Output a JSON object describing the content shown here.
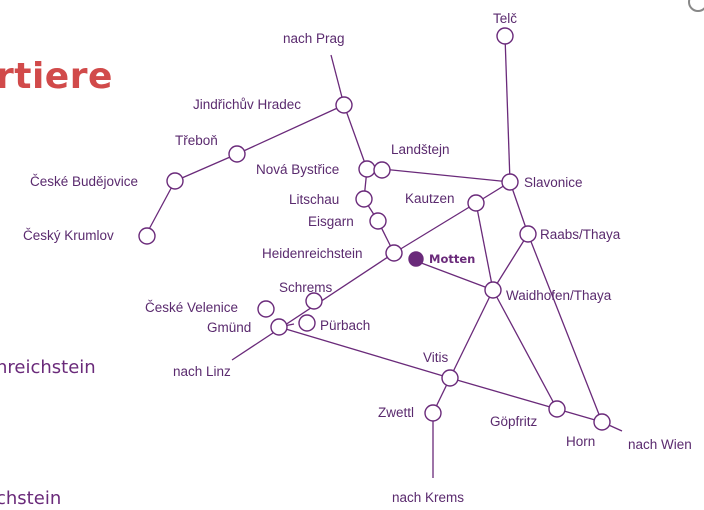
{
  "heading_fragment": "rtiere",
  "side_text_1": "nreichstein",
  "side_text_2": "chstein",
  "colors": {
    "line": "#6a2a7a",
    "label": "#5a2a6e",
    "heading": "#d14a4a",
    "highlight": "#6a2a7a"
  },
  "places": {
    "telc": "Telč",
    "prag": "nach Prag",
    "jindrichuv": "Jindřichův Hradec",
    "trebon": "Třeboň",
    "budejovice": "České Budějovice",
    "krumlov": "Český Krumlov",
    "novabystrice": "Nová Bystřice",
    "landstejn": "Landštejn",
    "slavonice": "Slavonice",
    "litschau": "Litschau",
    "kautzen": "Kautzen",
    "eisgarn": "Eisgarn",
    "heidenreichstein": "Heidenreichstein",
    "motten": "Motten",
    "raabs": "Raabs/Thaya",
    "schrems": "Schrems",
    "velenice": "České Velenice",
    "gmund": "Gmünd",
    "purbach": "Pürbach",
    "waidhofen": "Waidhofen/Thaya",
    "linz": "nach Linz",
    "vitis": "Vitis",
    "zwettl": "Zwettl",
    "gopfritz": "Göpfritz",
    "horn": "Horn",
    "wien": "nach Wien",
    "krems": "nach Krems"
  }
}
